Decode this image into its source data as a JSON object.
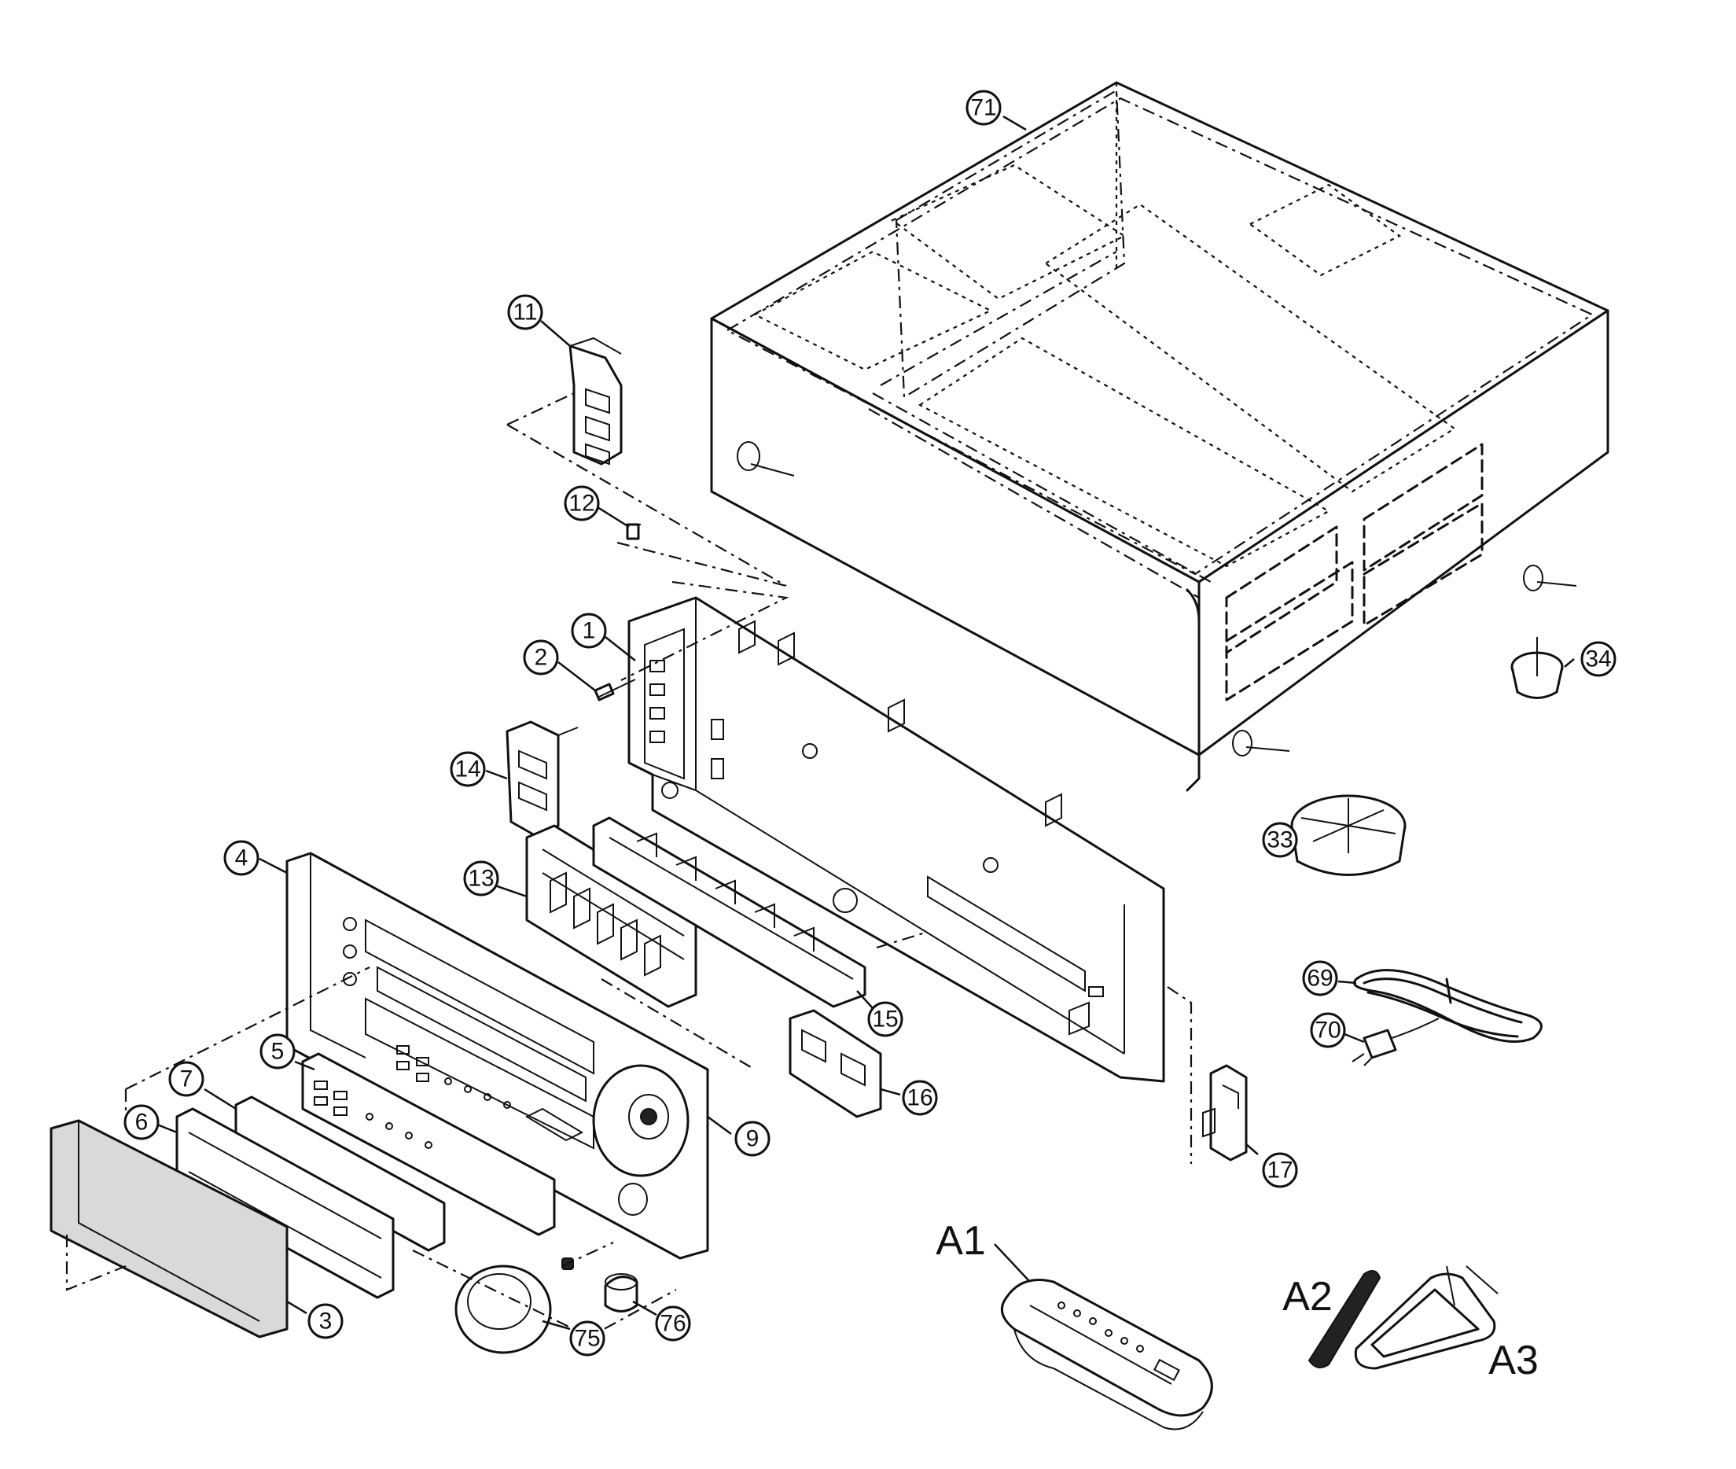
{
  "callouts": {
    "c1": "1",
    "c2": "2",
    "c3": "3",
    "c4": "4",
    "c5": "5",
    "c6": "6",
    "c7": "7",
    "c9": "9",
    "c11": "11",
    "c12": "12",
    "c13": "13",
    "c14": "14",
    "c15": "15",
    "c16": "16",
    "c17": "17",
    "c33": "33",
    "c34": "34",
    "c69": "69",
    "c70": "70",
    "c71": "71",
    "c75": "75",
    "c76": "76"
  },
  "labels": {
    "a1": "A1",
    "a2": "A2",
    "a3": "A3"
  }
}
